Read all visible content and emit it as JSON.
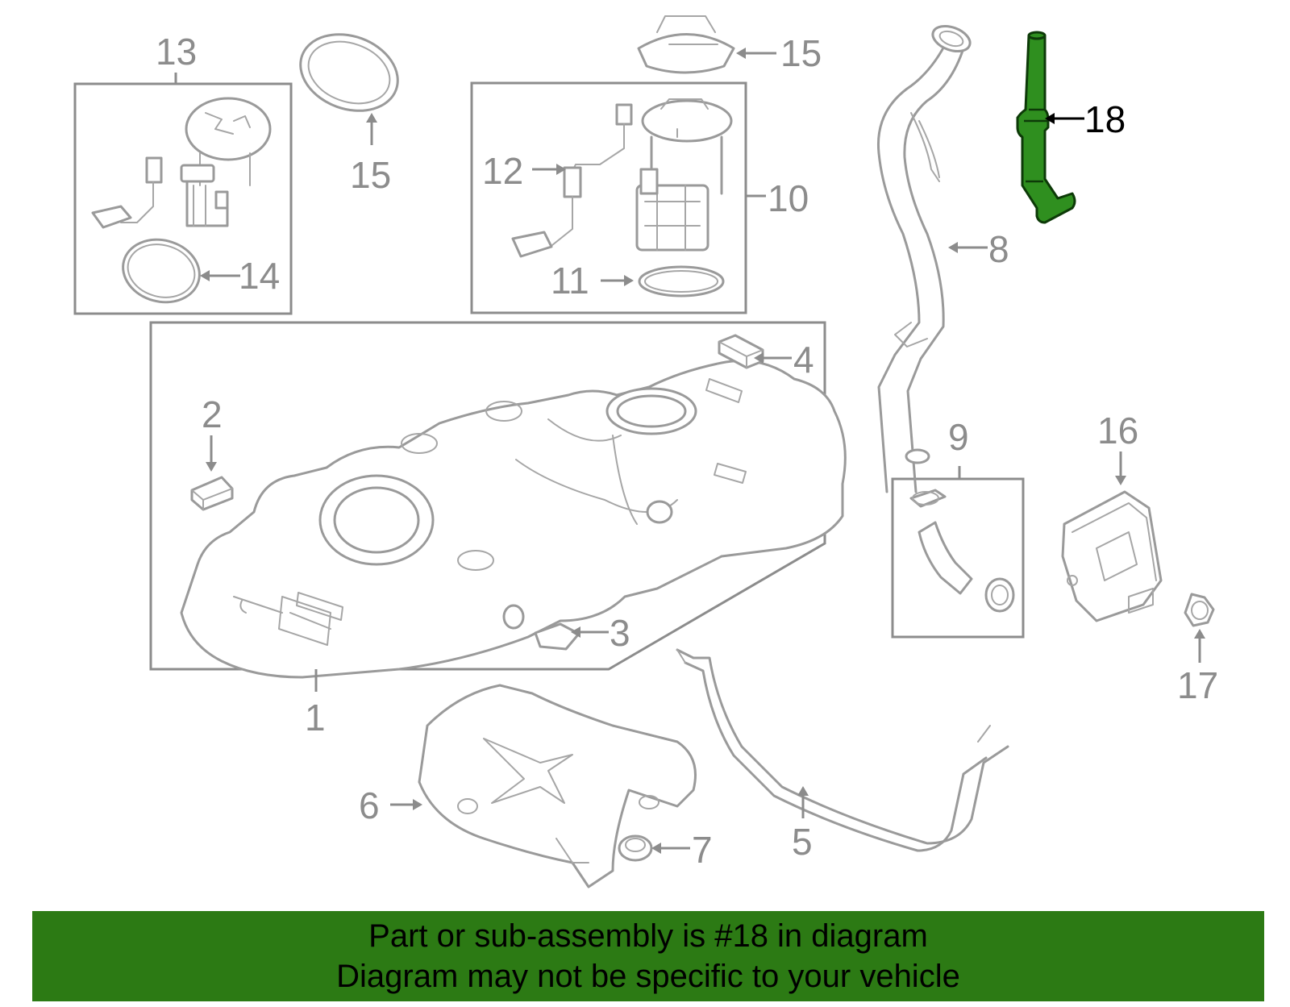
{
  "diagram": {
    "highlight_color": "#2f8f1f",
    "banner_color": "#2c7a14",
    "callouts": [
      "1",
      "2",
      "3",
      "4",
      "5",
      "6",
      "7",
      "8",
      "9",
      "10",
      "11",
      "12",
      "13",
      "14",
      "15",
      "15",
      "16",
      "17",
      "18"
    ],
    "highlighted_callout": "18"
  },
  "banner": {
    "line1": "Part or sub-assembly is #18 in diagram",
    "line2": "Diagram may not be specific to your vehicle"
  }
}
